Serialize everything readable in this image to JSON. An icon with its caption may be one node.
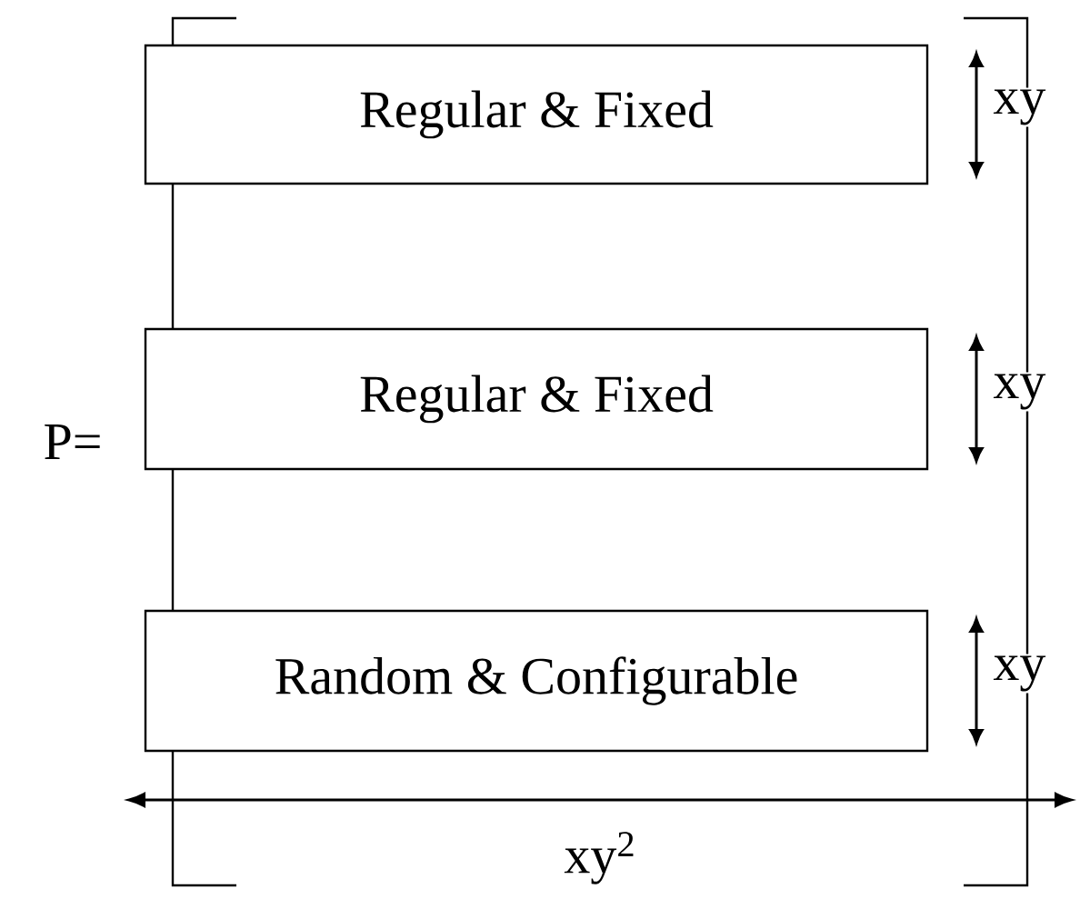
{
  "diagram": {
    "nodes": [
      {
        "text": [
          "Regular & Fixed"
        ]
      },
      {
        "text": [
          "Regular & Fixed"
        ]
      },
      {
        "text": [
          "Random & Configurable"
        ]
      }
    ],
    "labels": [
      "P=",
      "xy",
      "xy",
      "xy",
      "xy$^{2}$"
    ]
  }
}
